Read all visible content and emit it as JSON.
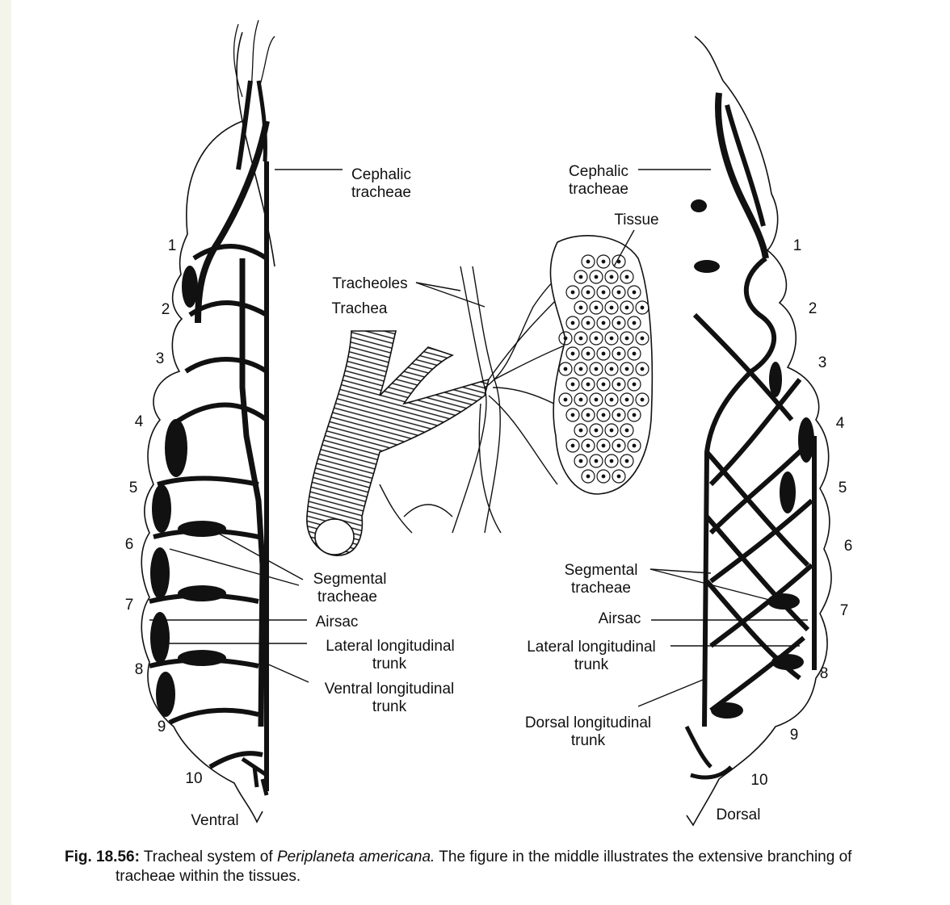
{
  "figure": {
    "left_panel": {
      "view_label": "Ventral",
      "labels": {
        "cephalic": [
          "Cephalic",
          "tracheae"
        ],
        "segmental": [
          "Segmental",
          "tracheae"
        ],
        "airsac": "Airsac",
        "lateral": [
          "Lateral longitudinal",
          "trunk"
        ],
        "ventral": [
          "Ventral longitudinal",
          "trunk"
        ]
      },
      "segments": [
        "1",
        "2",
        "3",
        "4",
        "5",
        "6",
        "7",
        "8",
        "9",
        "10"
      ]
    },
    "middle_panel": {
      "labels": {
        "tissue": "Tissue",
        "tracheoles": "Tracheoles",
        "trachea": "Trachea"
      }
    },
    "right_panel": {
      "view_label": "Dorsal",
      "labels": {
        "cephalic": [
          "Cephalic",
          "tracheae"
        ],
        "segmental": [
          "Segmental",
          "tracheae"
        ],
        "airsac": "Airsac",
        "lateral": [
          "Lateral longitudinal",
          "trunk"
        ],
        "dorsal": [
          "Dorsal longitudinal",
          "trunk"
        ]
      },
      "segments": [
        "1",
        "2",
        "3",
        "4",
        "5",
        "6",
        "7",
        "8",
        "9",
        "10"
      ]
    }
  },
  "caption": {
    "figure_number": "Fig. 18.56:",
    "text_before": "Tracheal system of",
    "species": "Periplaneta americana.",
    "text_after": "The figure in the middle illustrates the extensive branching of",
    "line2": "tracheae within the tissues."
  }
}
